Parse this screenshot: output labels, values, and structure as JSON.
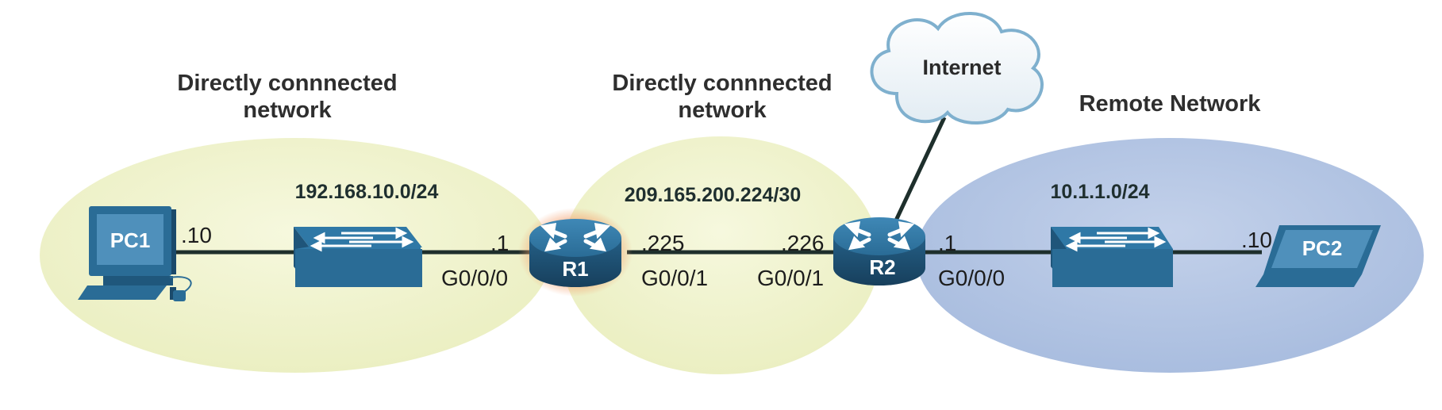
{
  "networks": [
    {
      "title_line1": "Directly connnected",
      "title_line2": "network",
      "subnet": "192.168.10.0/24",
      "color": "#eff3cd"
    },
    {
      "title_line1": "Directly connnected",
      "title_line2": "network",
      "subnet": "209.165.200.224/30",
      "color": "#eff3cd"
    },
    {
      "title_line1": "Remote Network",
      "subnet": "10.1.1.0/24",
      "color": "#b4c5e2"
    }
  ],
  "cloud": {
    "label": "Internet"
  },
  "devices": {
    "pc1": {
      "label": "PC1",
      "addr": ".10"
    },
    "pc2": {
      "label": "PC2",
      "addr": ".10"
    },
    "r1": {
      "label": "R1",
      "left_addr": ".1",
      "left_iface": "G0/0/0",
      "right_addr": ".225",
      "right_iface": "G0/0/1"
    },
    "r2": {
      "label": "R2",
      "left_addr": ".226",
      "left_iface": "G0/0/1",
      "right_addr": ".1",
      "right_iface": "G0/0/0"
    }
  },
  "colors": {
    "device_blue": "#2b6c96",
    "link": "#1e2f2c",
    "r1_glow": "#f2a77a"
  }
}
